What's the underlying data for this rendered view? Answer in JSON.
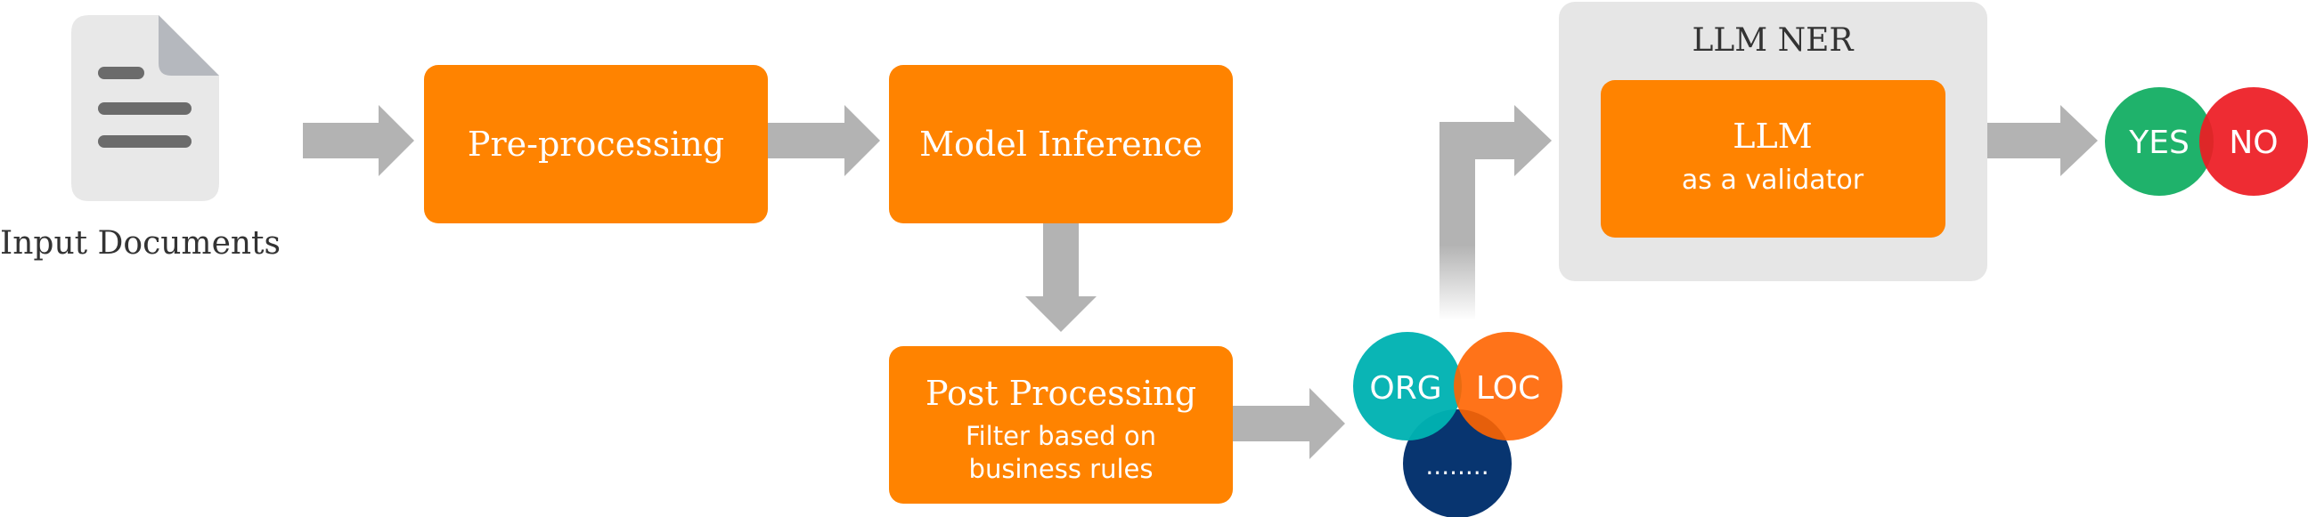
{
  "input": {
    "label": "Input Documents"
  },
  "steps": {
    "preprocessing": "Pre-processing",
    "inference": "Model Inference",
    "postprocessing": {
      "title": "Post Processing",
      "line1": "Filter based on",
      "line2": "business rules"
    }
  },
  "entities": {
    "org": "ORG",
    "loc": "LOC",
    "more": "........"
  },
  "llm_ner": {
    "title": "LLM NER",
    "box_title": "LLM",
    "box_subtitle": "as a validator"
  },
  "decision": {
    "yes": "YES",
    "no": "NO"
  },
  "colors": {
    "orange": "#FF8300",
    "arrow_gray": "#B3B3B3",
    "panel_gray": "#E6E6E6",
    "doc_gray": "#E8E8E8",
    "doc_corner": "#B5B8BE",
    "doc_lines": "#6B6B6B",
    "teal": "#00B2B2",
    "loc_orange": "#FF6400",
    "navy": "#002E6B",
    "green": "#1FB26B",
    "red": "#ED1C24"
  }
}
